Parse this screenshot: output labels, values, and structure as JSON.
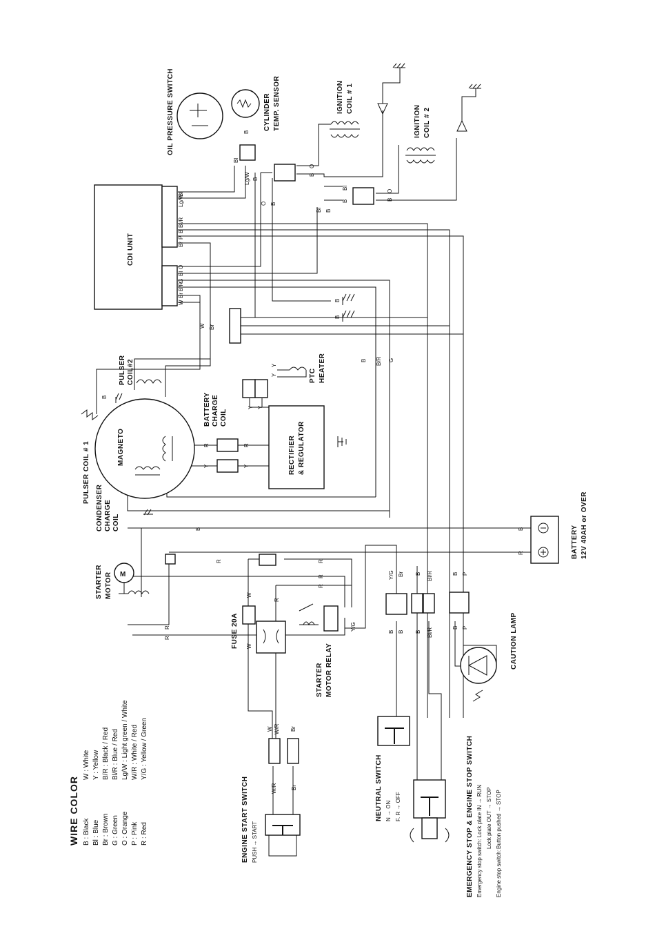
{
  "components": {
    "oil_pressure_switch": "OIL PRESSURE SWITCH",
    "cylinder_temp_sensor": [
      "CYLINDER",
      "TEMP. SENSOR"
    ],
    "ignition_coil_1": [
      "IGNITION",
      "COIL # 1"
    ],
    "ignition_coil_2": [
      "IGNITION",
      "COIL # 2"
    ],
    "cdi_unit": "CDI UNIT",
    "pulser_coil_2": [
      "PULSER",
      "COIL#2"
    ],
    "ptc_heater": [
      "PTC",
      "HEATER"
    ],
    "battery_charge_coil": [
      "BATTERY",
      "CHARGE",
      "COIL"
    ],
    "magneto": "MAGNETO",
    "pulser_coil_1": "PULSER COIL # 1",
    "rectifier_regulator": [
      "RECTIFIER",
      "& REGULATOR"
    ],
    "condenser_charge_coil": [
      "CONDENSER",
      "CHARGE",
      "COIL"
    ],
    "battery": [
      "BATTERY",
      "12V 40AH or OVER"
    ],
    "starter_motor": [
      "STARTER",
      "MOTOR"
    ],
    "fuse": "FUSE 20A",
    "starter_motor_relay": [
      "STARTER",
      "MOTOR RELAY"
    ],
    "caution_lamp": "CAUTION LAMP",
    "neutral_switch": [
      "NEUTRAL SWITCH",
      "N → ON",
      "F. R → OFF"
    ],
    "engine_start_switch": [
      "ENGINE START SWITCH",
      "PUSH → START"
    ],
    "emergency_stop": [
      "EMERGENCY STOP & ENGINE STOP SWITCH",
      "Emergency stop switch: Lock plate IN → RUN",
      "Lock plate OUT → STOP",
      "Engine stop switch:",
      "Button pushed → STOP"
    ]
  },
  "wire_color": {
    "title": "WIRE COLOR",
    "left": [
      "B : Black",
      "Bl : Blue",
      "Br : Brown",
      "G : Green",
      "O : Orange",
      "P : Pink",
      "R : Red"
    ],
    "right": [
      "W : White",
      "Y : Yellow",
      "B/R : Black / Red",
      "Bl/R : Blue / Red",
      "Lg/W : Light green / White",
      "W/R : White / Red",
      "Y/G : Yellow / Green"
    ]
  }
}
